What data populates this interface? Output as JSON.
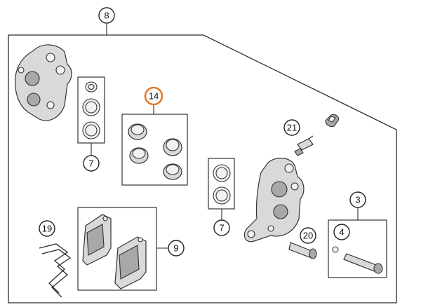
{
  "colors": {
    "highlight": "#e07a2a",
    "stroke": "#2b2b2b",
    "part_fill": "#d9d9d9"
  },
  "callouts": {
    "c8": "8",
    "c14": "14",
    "c7a": "7",
    "c7b": "7",
    "c21": "21",
    "c3": "3",
    "c4": "4",
    "c20": "20",
    "c19": "19",
    "c9": "9"
  },
  "highlighted_callout": "14"
}
